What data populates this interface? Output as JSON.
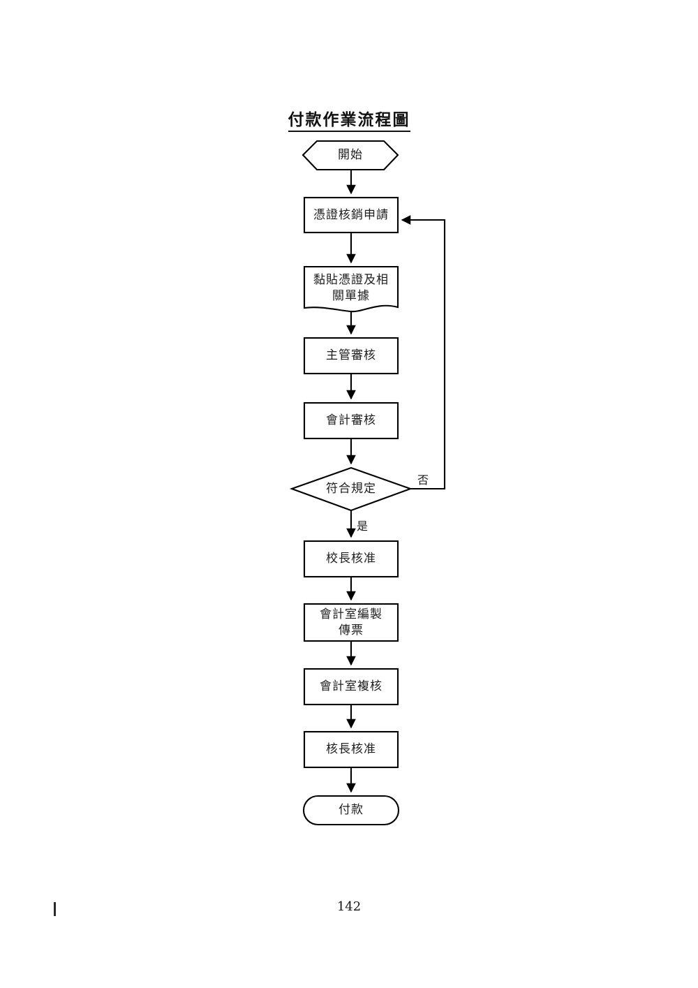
{
  "document": {
    "title": "付款作業流程圖",
    "page_number": "142",
    "language": "zh-Hant",
    "background_color": "#ffffff",
    "line_color": "#000000",
    "text_color": "#1d1d1d"
  },
  "chart_data": {
    "type": "diagram",
    "diagram_type": "flowchart",
    "title": "付款作業流程圖",
    "orientation": "top-to-bottom",
    "nodes": [
      {
        "id": "n1",
        "label": "開始",
        "shape": "hexagon"
      },
      {
        "id": "n2",
        "label": "憑證核銷申請",
        "shape": "rectangle"
      },
      {
        "id": "n3",
        "label": "黏貼憑證及相\n關單據",
        "shape": "document"
      },
      {
        "id": "n4",
        "label": "主管審核",
        "shape": "rectangle"
      },
      {
        "id": "n5",
        "label": "會計審核",
        "shape": "rectangle"
      },
      {
        "id": "n6",
        "label": "符合規定",
        "shape": "diamond"
      },
      {
        "id": "n7",
        "label": "校長核准",
        "shape": "rectangle"
      },
      {
        "id": "n8",
        "label": "會計室編製\n傳票",
        "shape": "rectangle"
      },
      {
        "id": "n9",
        "label": "會計室複核",
        "shape": "rectangle"
      },
      {
        "id": "n10",
        "label": "核長核准",
        "shape": "rectangle"
      },
      {
        "id": "n11",
        "label": "付款",
        "shape": "terminator"
      }
    ],
    "edges": [
      {
        "from": "n1",
        "to": "n2",
        "label": ""
      },
      {
        "from": "n2",
        "to": "n3",
        "label": ""
      },
      {
        "from": "n3",
        "to": "n4",
        "label": ""
      },
      {
        "from": "n4",
        "to": "n5",
        "label": ""
      },
      {
        "from": "n5",
        "to": "n6",
        "label": ""
      },
      {
        "from": "n6",
        "to": "n7",
        "label": "是"
      },
      {
        "from": "n6",
        "to": "n2",
        "label": "否"
      },
      {
        "from": "n7",
        "to": "n8",
        "label": ""
      },
      {
        "from": "n8",
        "to": "n9",
        "label": ""
      },
      {
        "from": "n9",
        "to": "n10",
        "label": ""
      },
      {
        "from": "n10",
        "to": "n11",
        "label": ""
      }
    ],
    "edge_labels": {
      "yes": "是",
      "no": "否"
    }
  }
}
